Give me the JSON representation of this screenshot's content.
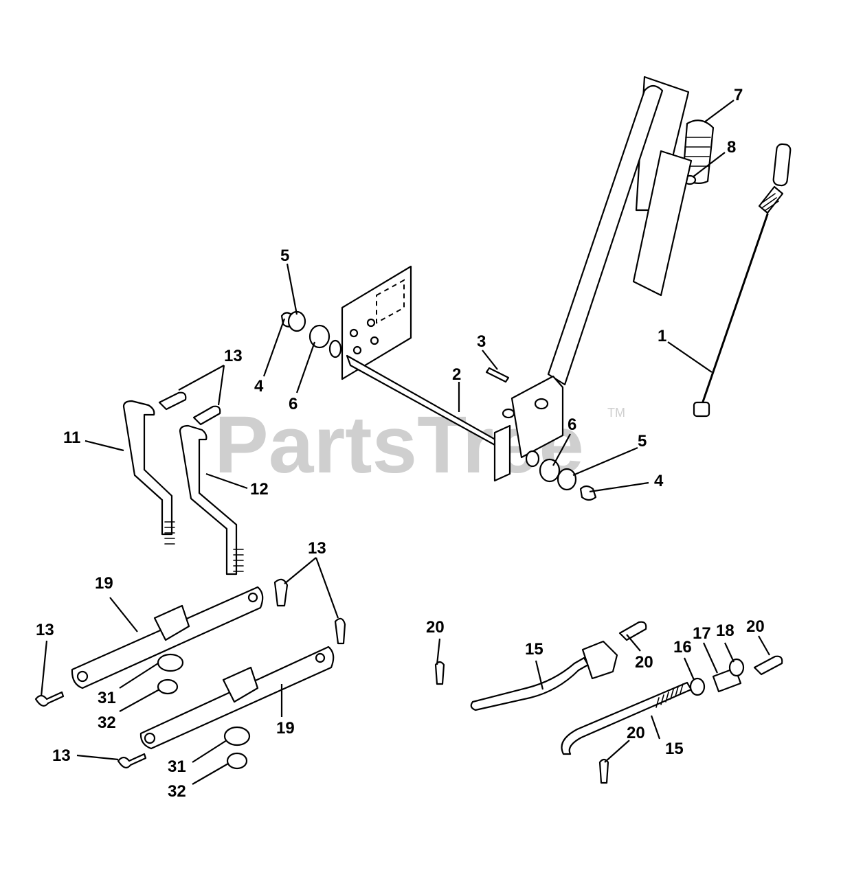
{
  "watermark": {
    "text": "PartsTree",
    "trademark": "TM"
  },
  "callouts": [
    "1",
    "2",
    "3",
    "4",
    "4",
    "5",
    "5",
    "6",
    "6",
    "7",
    "8",
    "11",
    "12",
    "13",
    "13",
    "13",
    "13",
    "15",
    "15",
    "16",
    "17",
    "18",
    "19",
    "19",
    "20",
    "20",
    "20",
    "20",
    "31",
    "31",
    "32",
    "32"
  ]
}
